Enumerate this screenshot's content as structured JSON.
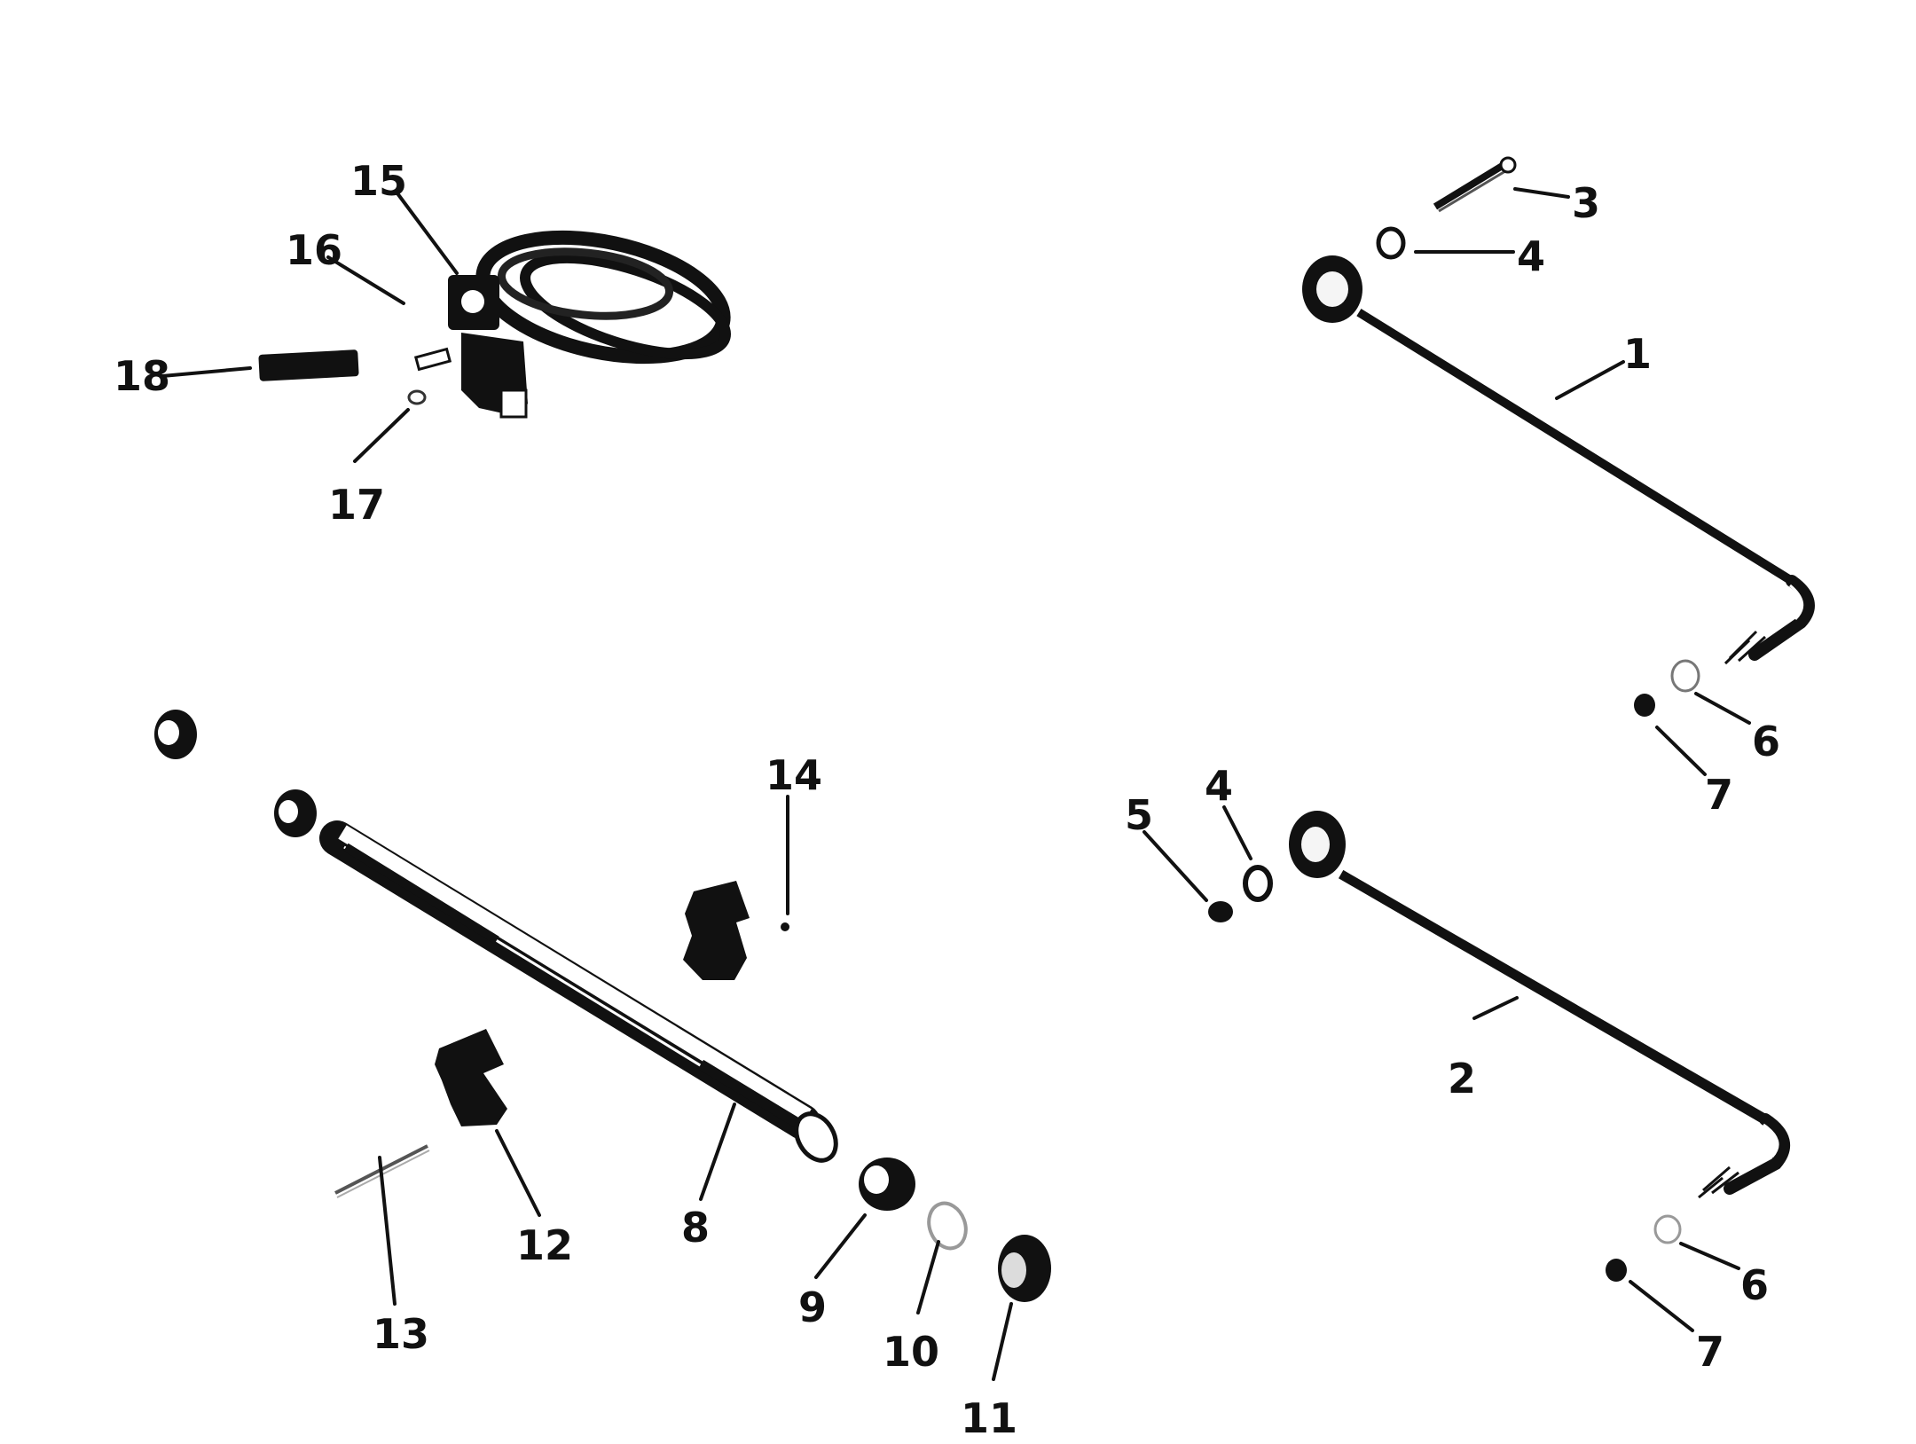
{
  "diagram": {
    "callouts": [
      {
        "id": "c15",
        "label": "15"
      },
      {
        "id": "c16",
        "label": "16"
      },
      {
        "id": "c18",
        "label": "18"
      },
      {
        "id": "c17",
        "label": "17"
      },
      {
        "id": "c3",
        "label": "3"
      },
      {
        "id": "c4a",
        "label": "4"
      },
      {
        "id": "c1",
        "label": "1"
      },
      {
        "id": "c6a",
        "label": "6"
      },
      {
        "id": "c7a",
        "label": "7"
      },
      {
        "id": "c14",
        "label": "14"
      },
      {
        "id": "c5",
        "label": "5"
      },
      {
        "id": "c4b",
        "label": "4"
      },
      {
        "id": "c2",
        "label": "2"
      },
      {
        "id": "c12",
        "label": "12"
      },
      {
        "id": "c8",
        "label": "8"
      },
      {
        "id": "c9",
        "label": "9"
      },
      {
        "id": "c13",
        "label": "13"
      },
      {
        "id": "c10",
        "label": "10"
      },
      {
        "id": "c11",
        "label": "11"
      },
      {
        "id": "c6b",
        "label": "6"
      },
      {
        "id": "c7b",
        "label": "7"
      }
    ]
  }
}
